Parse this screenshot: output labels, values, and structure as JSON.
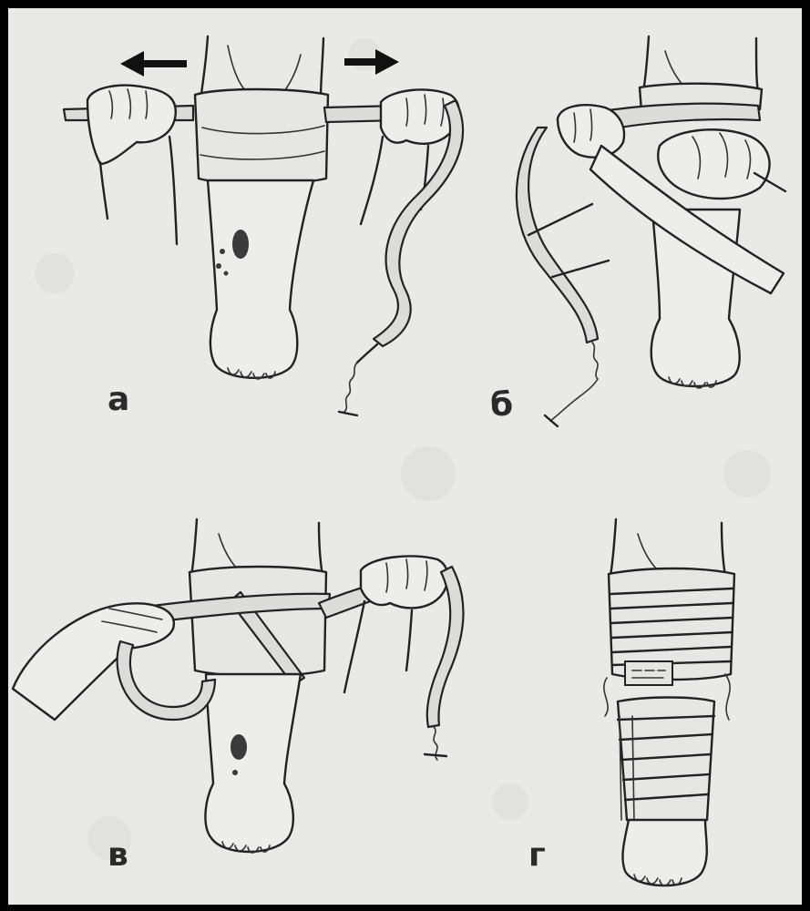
{
  "figure": {
    "panels": [
      {
        "id": "a",
        "label": "а"
      },
      {
        "id": "b",
        "label": "б"
      },
      {
        "id": "v",
        "label": "в"
      },
      {
        "id": "g",
        "label": "г"
      }
    ]
  },
  "colors": {
    "frame": "#000000",
    "paper": "#e9e9e6",
    "ink": "#222222"
  },
  "icons": [
    "arrow-left-icon",
    "arrow-right-icon"
  ]
}
